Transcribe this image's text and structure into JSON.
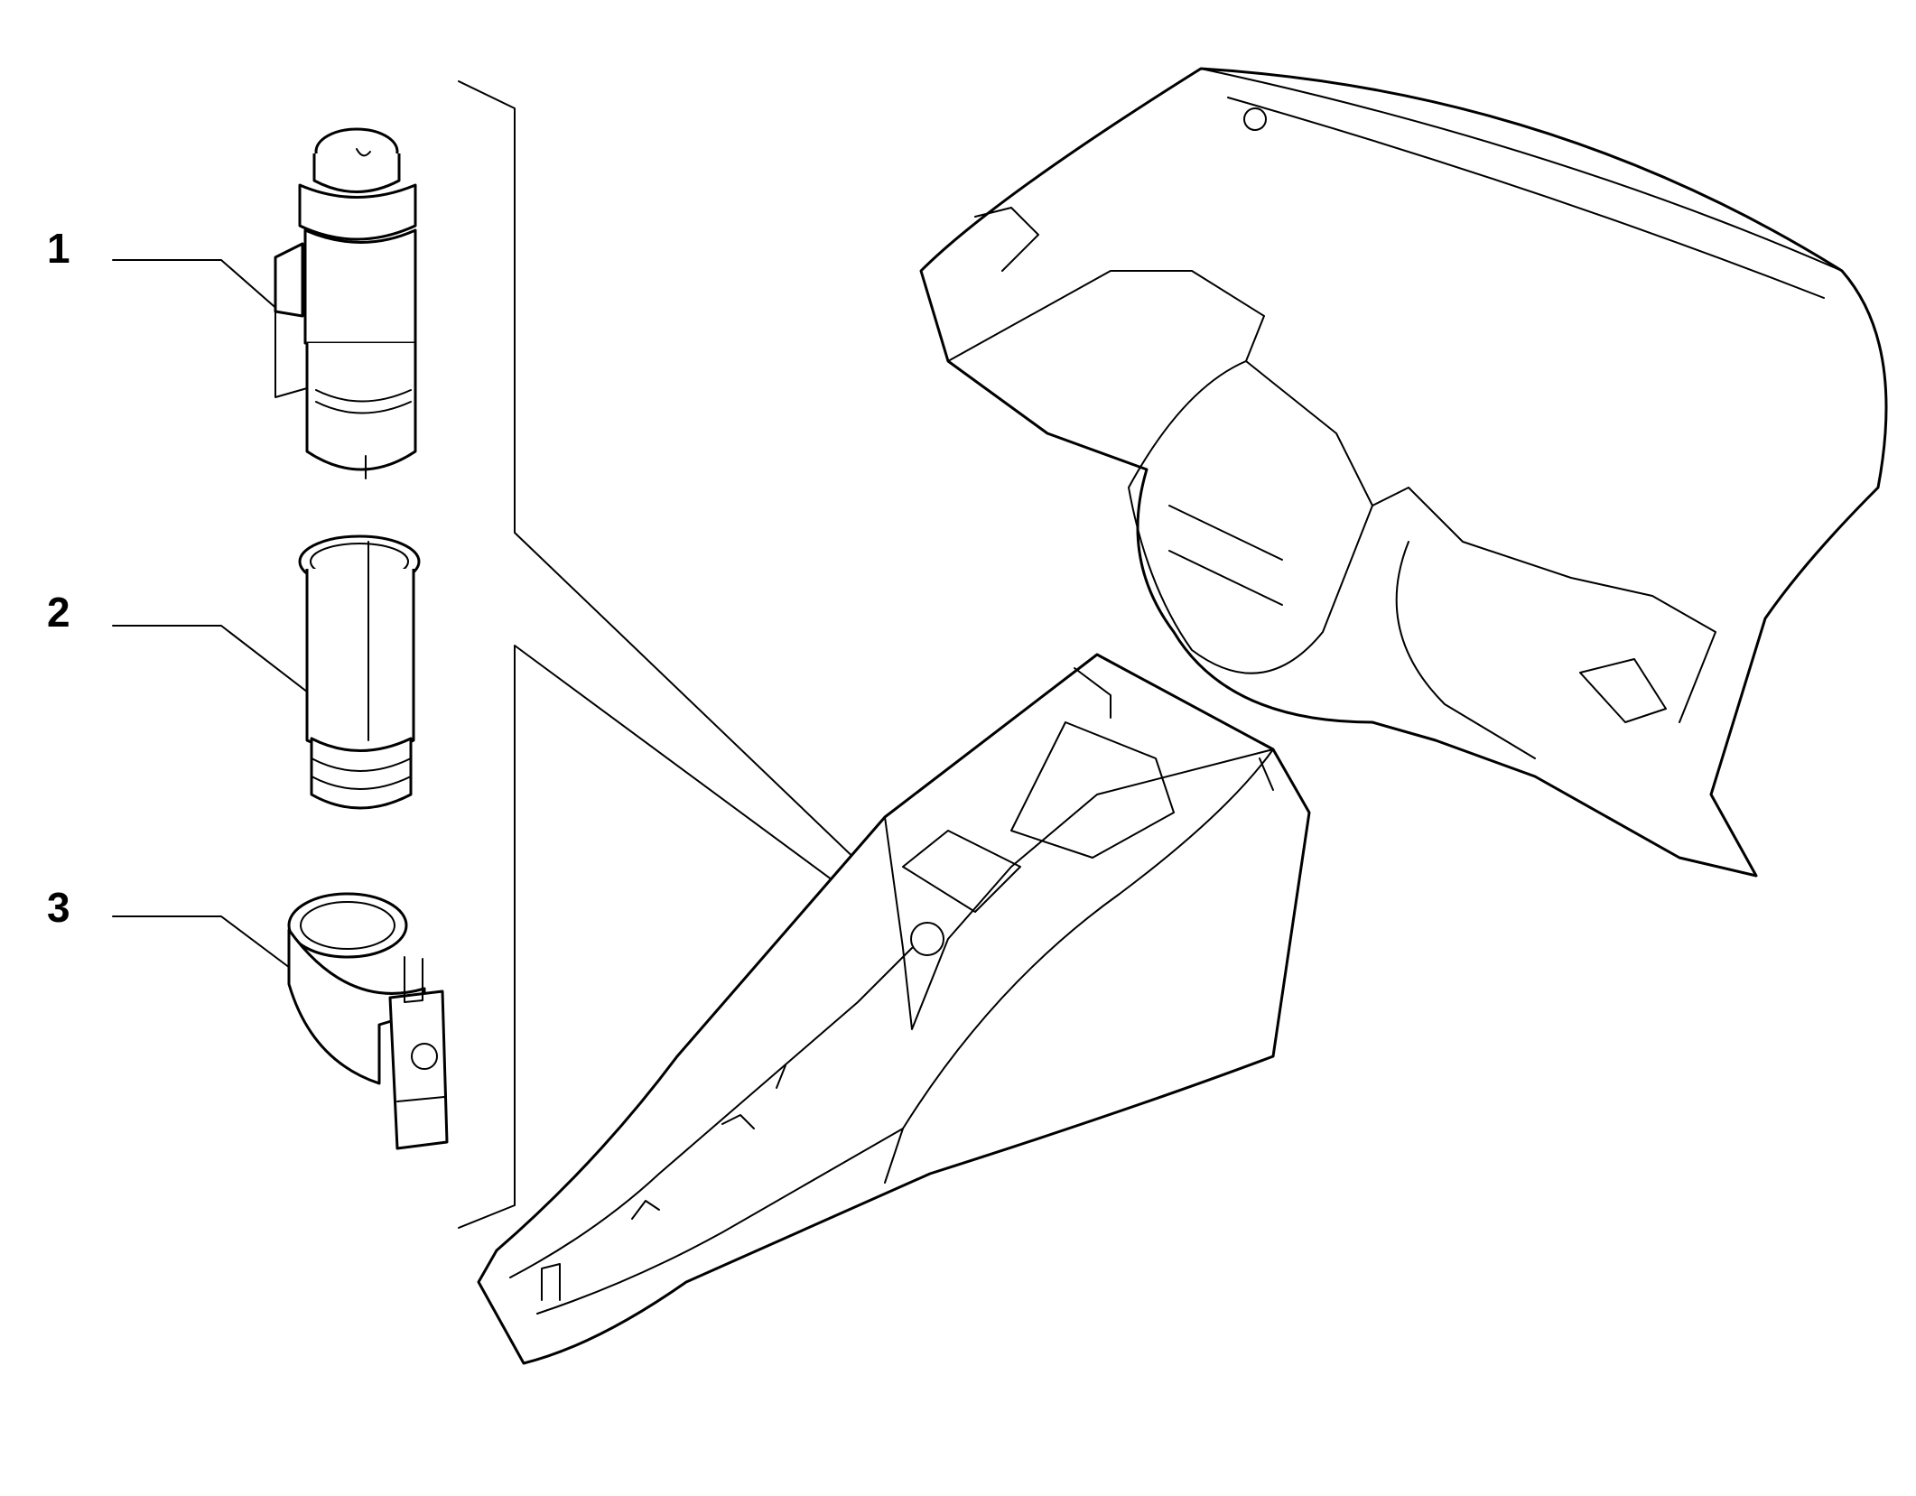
{
  "callouts": [
    {
      "number": "1"
    },
    {
      "number": "2"
    },
    {
      "number": "3"
    }
  ],
  "colors": {
    "stroke": "#000000",
    "background": "#ffffff"
  },
  "icons": [
    "cigarette-lighter-plug-icon",
    "lighter-socket-sleeve-icon",
    "lighter-housing-icon",
    "center-console-icon",
    "dashboard-icon"
  ]
}
